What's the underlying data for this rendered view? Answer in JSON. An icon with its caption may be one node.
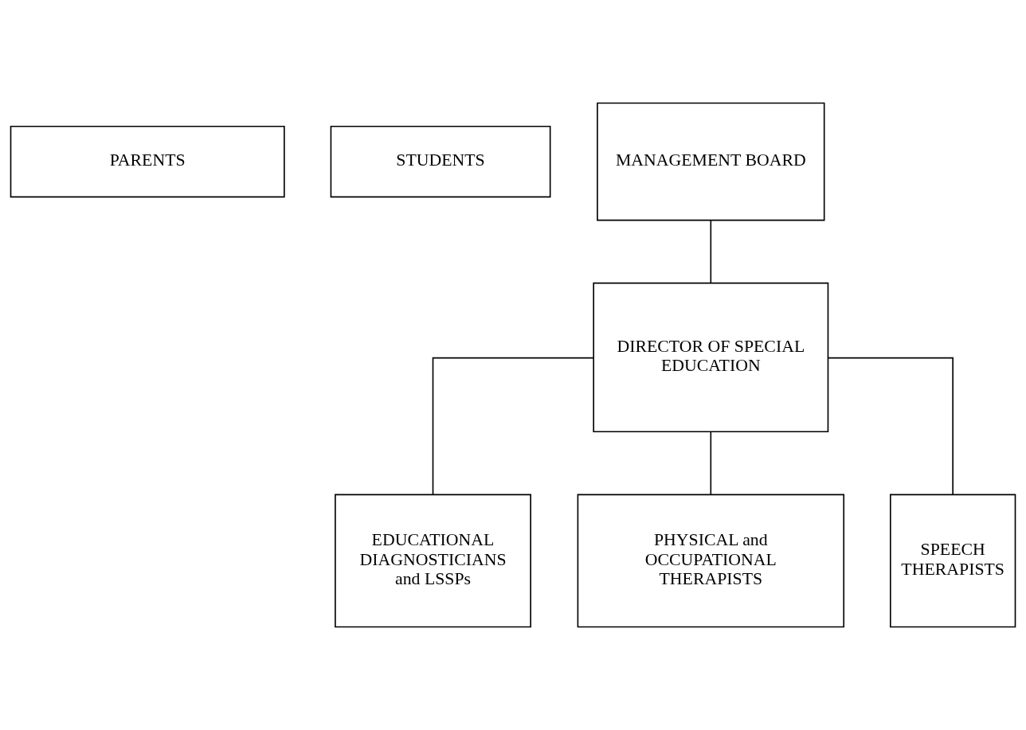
{
  "diagram": {
    "nodes": [
      {
        "text": [
          "PARENTS"
        ]
      },
      {
        "text": [
          "STUDENTS"
        ]
      },
      {
        "text": [
          "MANAGEMENT BOARD"
        ]
      },
      {
        "text": [
          "DIRECTOR OF SPECIAL EDUCATION"
        ]
      },
      {
        "text": [
          "EDUCATIONAL DIAGNOSTICIANS and LSSPs"
        ]
      },
      {
        "text": [
          "PHYSICAL and OCCUPATIONAL THERAPISTS"
        ]
      },
      {
        "text": [
          "SPEECH THERAPISTS"
        ]
      }
    ],
    "edges": [
      {
        "from": 2,
        "to": 3,
        "arrow": "none"
      },
      {
        "from": 3,
        "to": 4,
        "arrow": "none"
      },
      {
        "from": 3,
        "to": 5,
        "arrow": "none"
      },
      {
        "from": 3,
        "to": 6,
        "arrow": "none"
      }
    ]
  }
}
